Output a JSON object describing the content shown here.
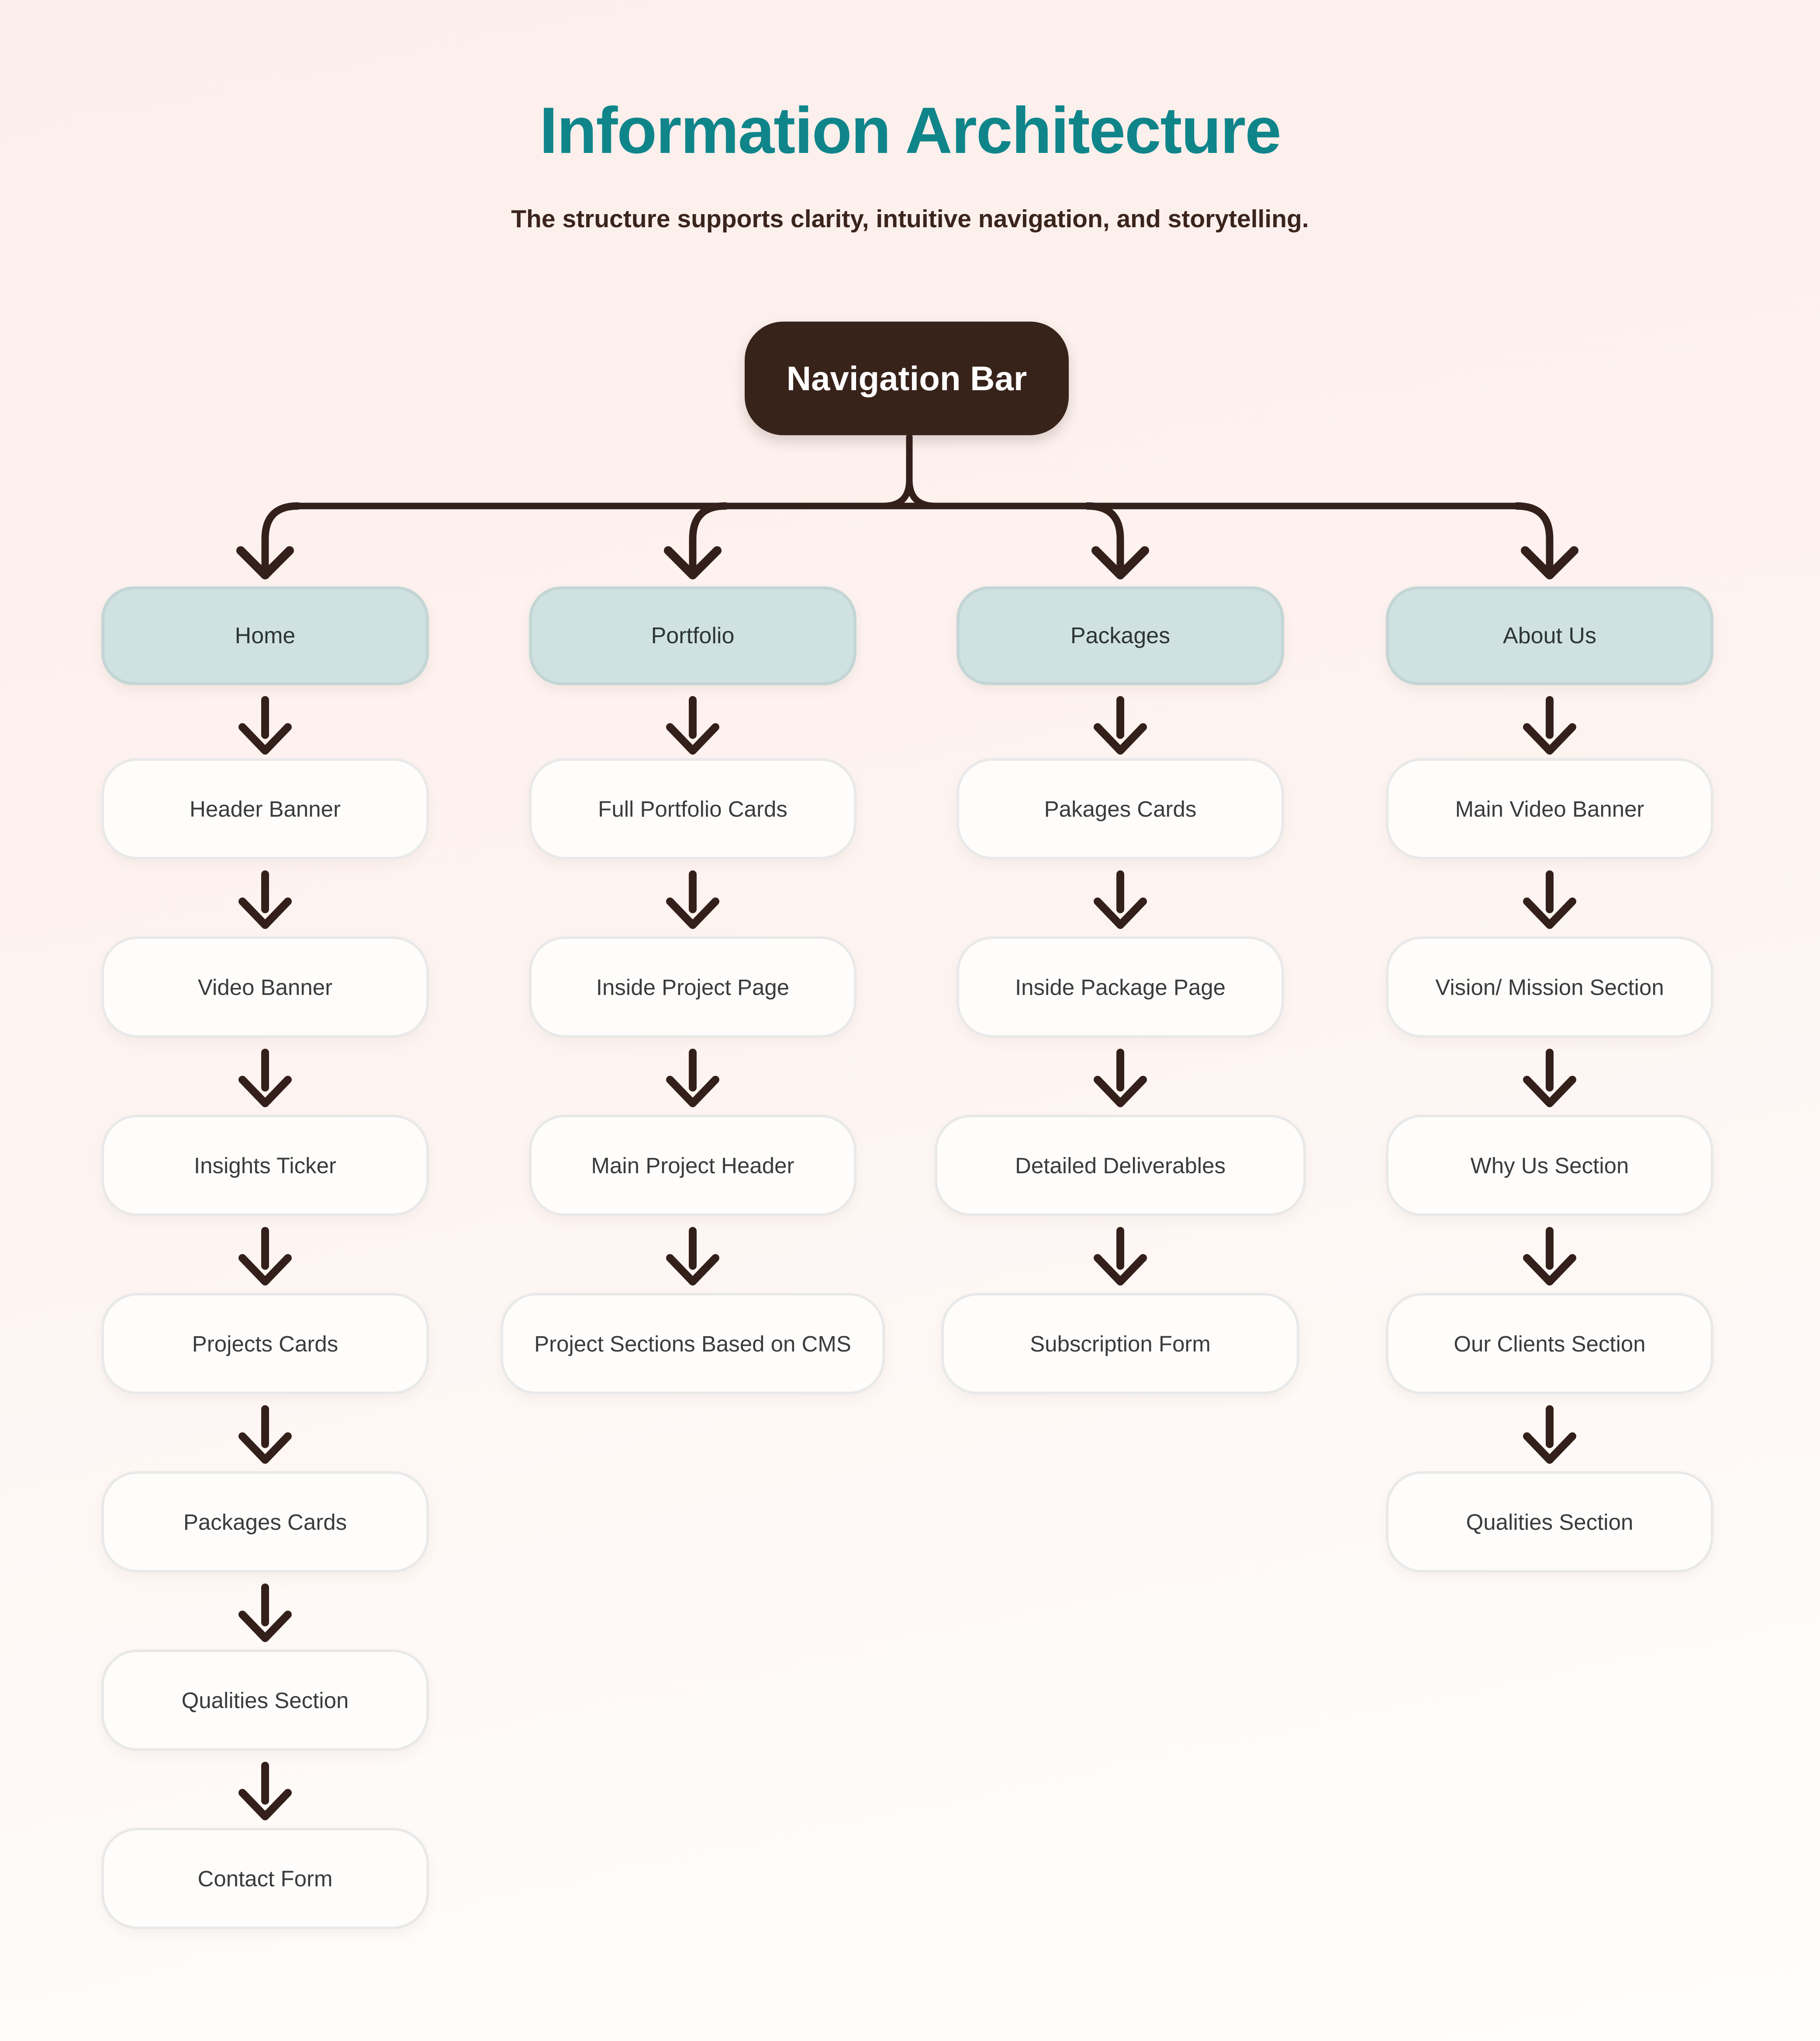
{
  "header": {
    "title": "Information Architecture",
    "subtitle": "The structure supports clarity, intuitive navigation, and storytelling."
  },
  "root": {
    "label": "Navigation Bar"
  },
  "columns": [
    {
      "label": "Home",
      "children": [
        "Header Banner",
        "Video Banner",
        "Insights Ticker",
        "Projects Cards",
        "Packages Cards",
        "Qualities Section",
        "Contact Form"
      ]
    },
    {
      "label": "Portfolio",
      "children": [
        "Full Portfolio Cards",
        "Inside Project Page",
        "Main Project Header",
        "Project Sections Based on CMS"
      ]
    },
    {
      "label": "Packages",
      "children": [
        "Pakages Cards",
        "Inside Package Page",
        "Detailed Deliverables",
        "Subscription Form"
      ]
    },
    {
      "label": "About Us",
      "children": [
        "Main Video Banner",
        "Vision/ Mission Section",
        "Why Us Section",
        "Our Clients Section",
        "Qualities Section"
      ]
    }
  ],
  "theme": {
    "teal_title": "#0f858a",
    "brown_text": "#3a241c",
    "root_bg": "#38231b",
    "root_text": "#ffffff",
    "category_bg": "#cfe2e1",
    "category_border": "#c3d6d5",
    "category_text": "#2d3534",
    "child_bg": "#fefdfc",
    "child_border": "#e9e9e9",
    "child_text": "#3b3b3b",
    "connector": "#34201a",
    "bg_top": "#fceeeb",
    "bg_mid": "#fdf3f0",
    "bg_bottom": "#fffefc"
  }
}
